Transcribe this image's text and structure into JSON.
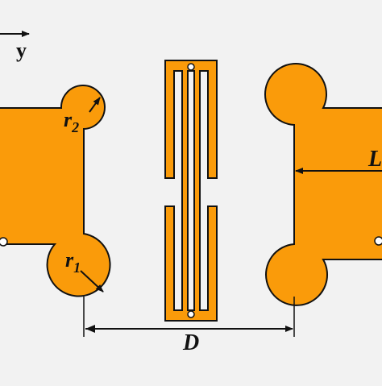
{
  "colors": {
    "background": "#f2f2f2",
    "fill": "#fa9b0a",
    "stroke": "#111111",
    "hole": "#ffffff"
  },
  "labels": {
    "axis_y": "y",
    "r2_base": "r",
    "r2_sub": "2",
    "r1_base": "r",
    "r1_sub": "1",
    "L": "L",
    "D": "D"
  }
}
